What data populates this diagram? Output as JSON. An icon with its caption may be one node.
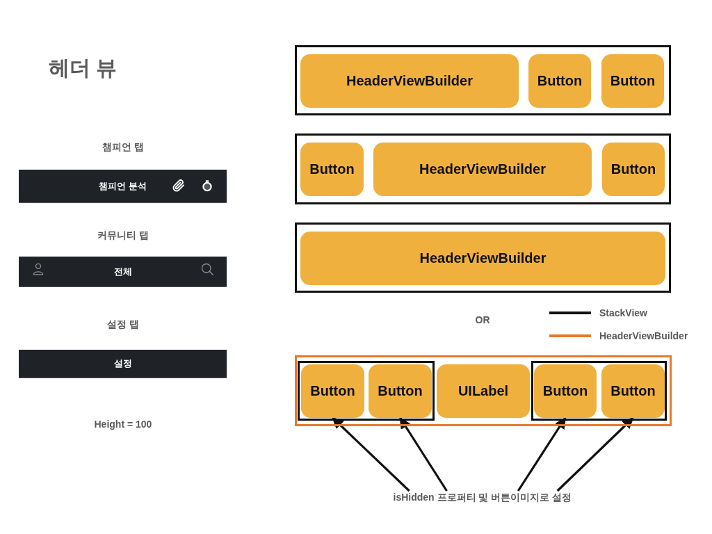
{
  "diagram": {
    "title": "헤더 뷰",
    "nodes": [
      {
        "text": [
          "챔피언 분석"
        ]
      },
      {
        "text": [
          "전체"
        ]
      },
      {
        "text": [
          "설정"
        ]
      },
      {
        "text": [],
        "shape": "box"
      },
      {
        "text": [
          "HeaderViewBuilder"
        ],
        "in": 3
      },
      {
        "text": [
          "Button"
        ],
        "in": 3
      },
      {
        "text": [
          "Button"
        ],
        "in": 3
      },
      {
        "text": [],
        "shape": "box"
      },
      {
        "text": [
          "Button"
        ],
        "in": 7
      },
      {
        "text": [
          "HeaderViewBuilder"
        ],
        "in": 7
      },
      {
        "text": [
          "Button"
        ],
        "in": 7
      },
      {
        "text": [],
        "shape": "box"
      },
      {
        "text": [
          "HeaderViewBuilder"
        ],
        "in": 11
      },
      {
        "text": [],
        "shape": "box"
      },
      {
        "text": [],
        "shape": "box",
        "in": 13
      },
      {
        "text": [
          "Button"
        ],
        "in": 14
      },
      {
        "text": [
          "Button"
        ],
        "in": 14
      },
      {
        "text": [
          "UILabel"
        ],
        "in": 13
      },
      {
        "text": [],
        "shape": "box",
        "in": 13
      },
      {
        "text": [
          "Button"
        ],
        "in": 18
      },
      {
        "text": [
          "Button"
        ],
        "in": 18
      },
      {
        "text": [
          "isHidden 프로퍼티 및 버튼이미지로 설정"
        ]
      }
    ],
    "edges": [
      {
        "from": 21,
        "to": 15,
        "arrow": "to"
      },
      {
        "from": 21,
        "to": 16,
        "arrow": "to"
      },
      {
        "from": 21,
        "to": 19,
        "arrow": "to"
      },
      {
        "from": 21,
        "to": 20,
        "arrow": "to"
      }
    ],
    "labels": [
      "챔피언 탭",
      "커뮤니티 탭",
      "설정 탭",
      "Height = 100",
      "OR"
    ],
    "legend": [
      {
        "text": "StackView"
      },
      {
        "text": "HeaderViewBuilder"
      }
    ]
  }
}
